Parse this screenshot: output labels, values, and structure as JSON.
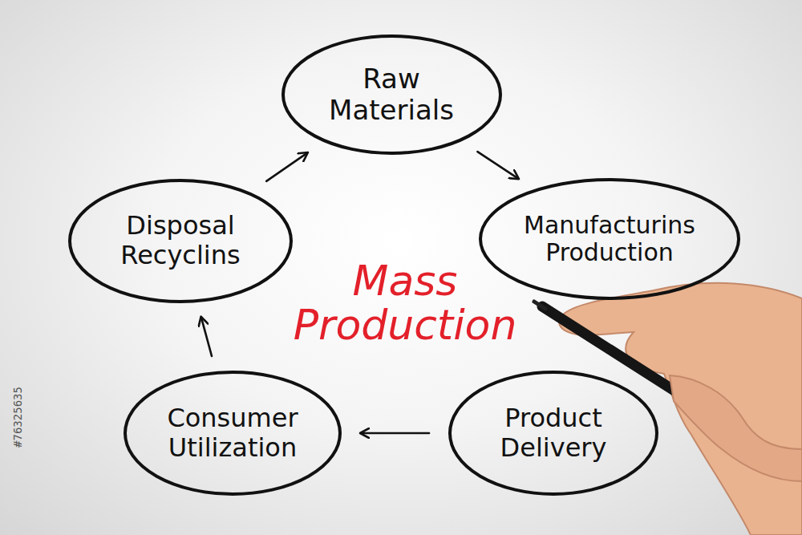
{
  "diagram": {
    "title": "Mass Production",
    "nodes": [
      {
        "text": [
          "Raw Materials"
        ]
      },
      {
        "text": [
          "Manufacturins Production"
        ]
      },
      {
        "text": [
          "Product Delivery"
        ]
      },
      {
        "text": [
          "Consumer Utilization"
        ]
      },
      {
        "text": [
          "Disposal Recyclins"
        ]
      }
    ],
    "edges": [
      {
        "from": 0,
        "to": 1,
        "arrow": "to"
      },
      {
        "from": 2,
        "to": 3,
        "arrow": "to"
      },
      {
        "from": 3,
        "to": 4,
        "arrow": "to"
      },
      {
        "from": 4,
        "to": 0,
        "arrow": "to"
      }
    ],
    "labels": [
      "#76325635"
    ]
  }
}
